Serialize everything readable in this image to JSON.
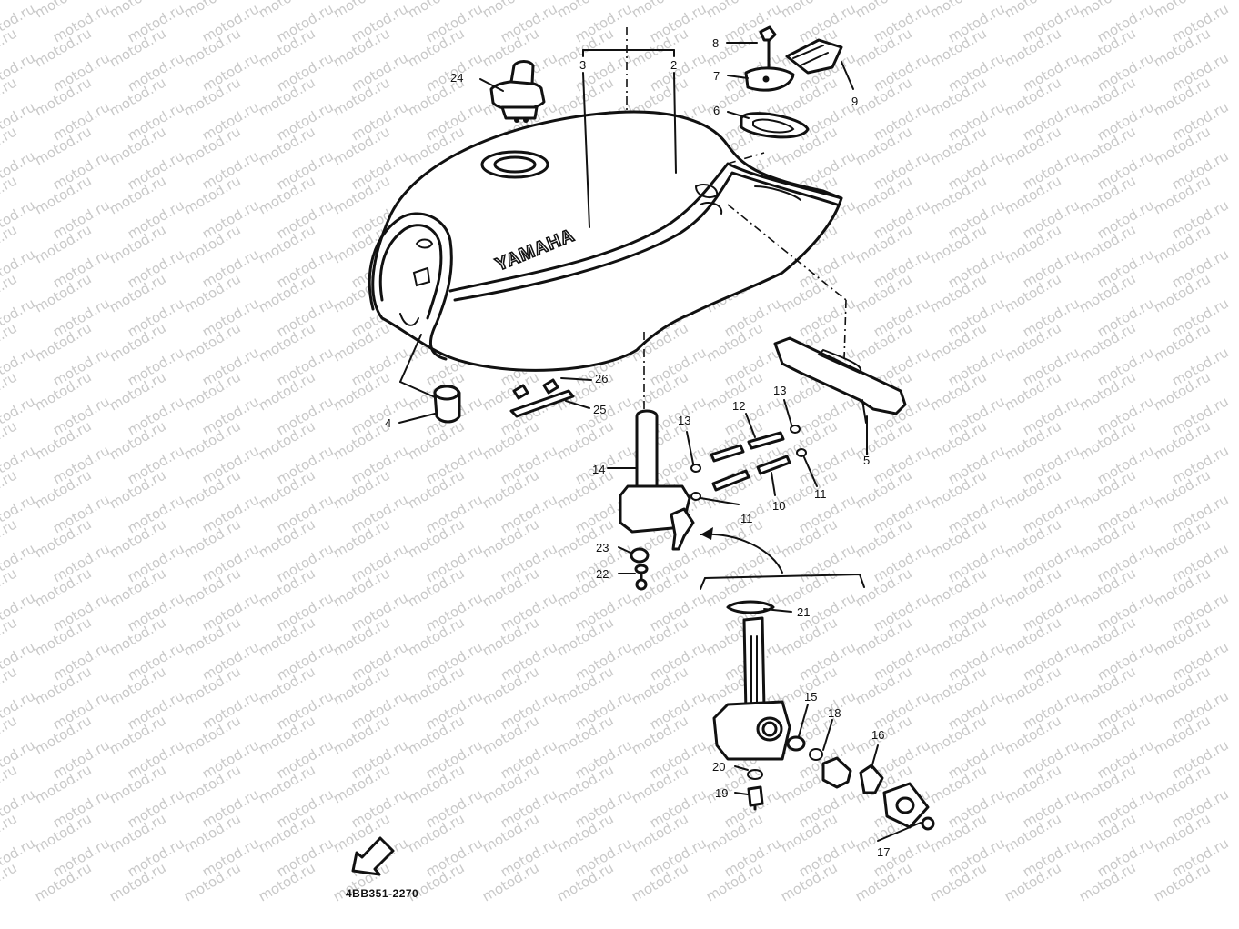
{
  "watermark": "motod.ru",
  "drawing_code": "4BB351-2270",
  "brand_text": "YAMAHA",
  "forward_badge": "FWD",
  "callouts": {
    "c2": "2",
    "c3": "3",
    "c4": "4",
    "c5": "5",
    "c6": "6",
    "c7": "7",
    "c8": "8",
    "c9": "9",
    "c10": "10",
    "c11a": "11",
    "c11b": "11",
    "c12": "12",
    "c13a": "13",
    "c13b": "13",
    "c14": "14",
    "c15": "15",
    "c16": "16",
    "c17": "17",
    "c18": "18",
    "c19": "19",
    "c20": "20",
    "c21": "21",
    "c22": "22",
    "c23": "23",
    "c24": "24",
    "c25": "25",
    "c26": "26"
  }
}
